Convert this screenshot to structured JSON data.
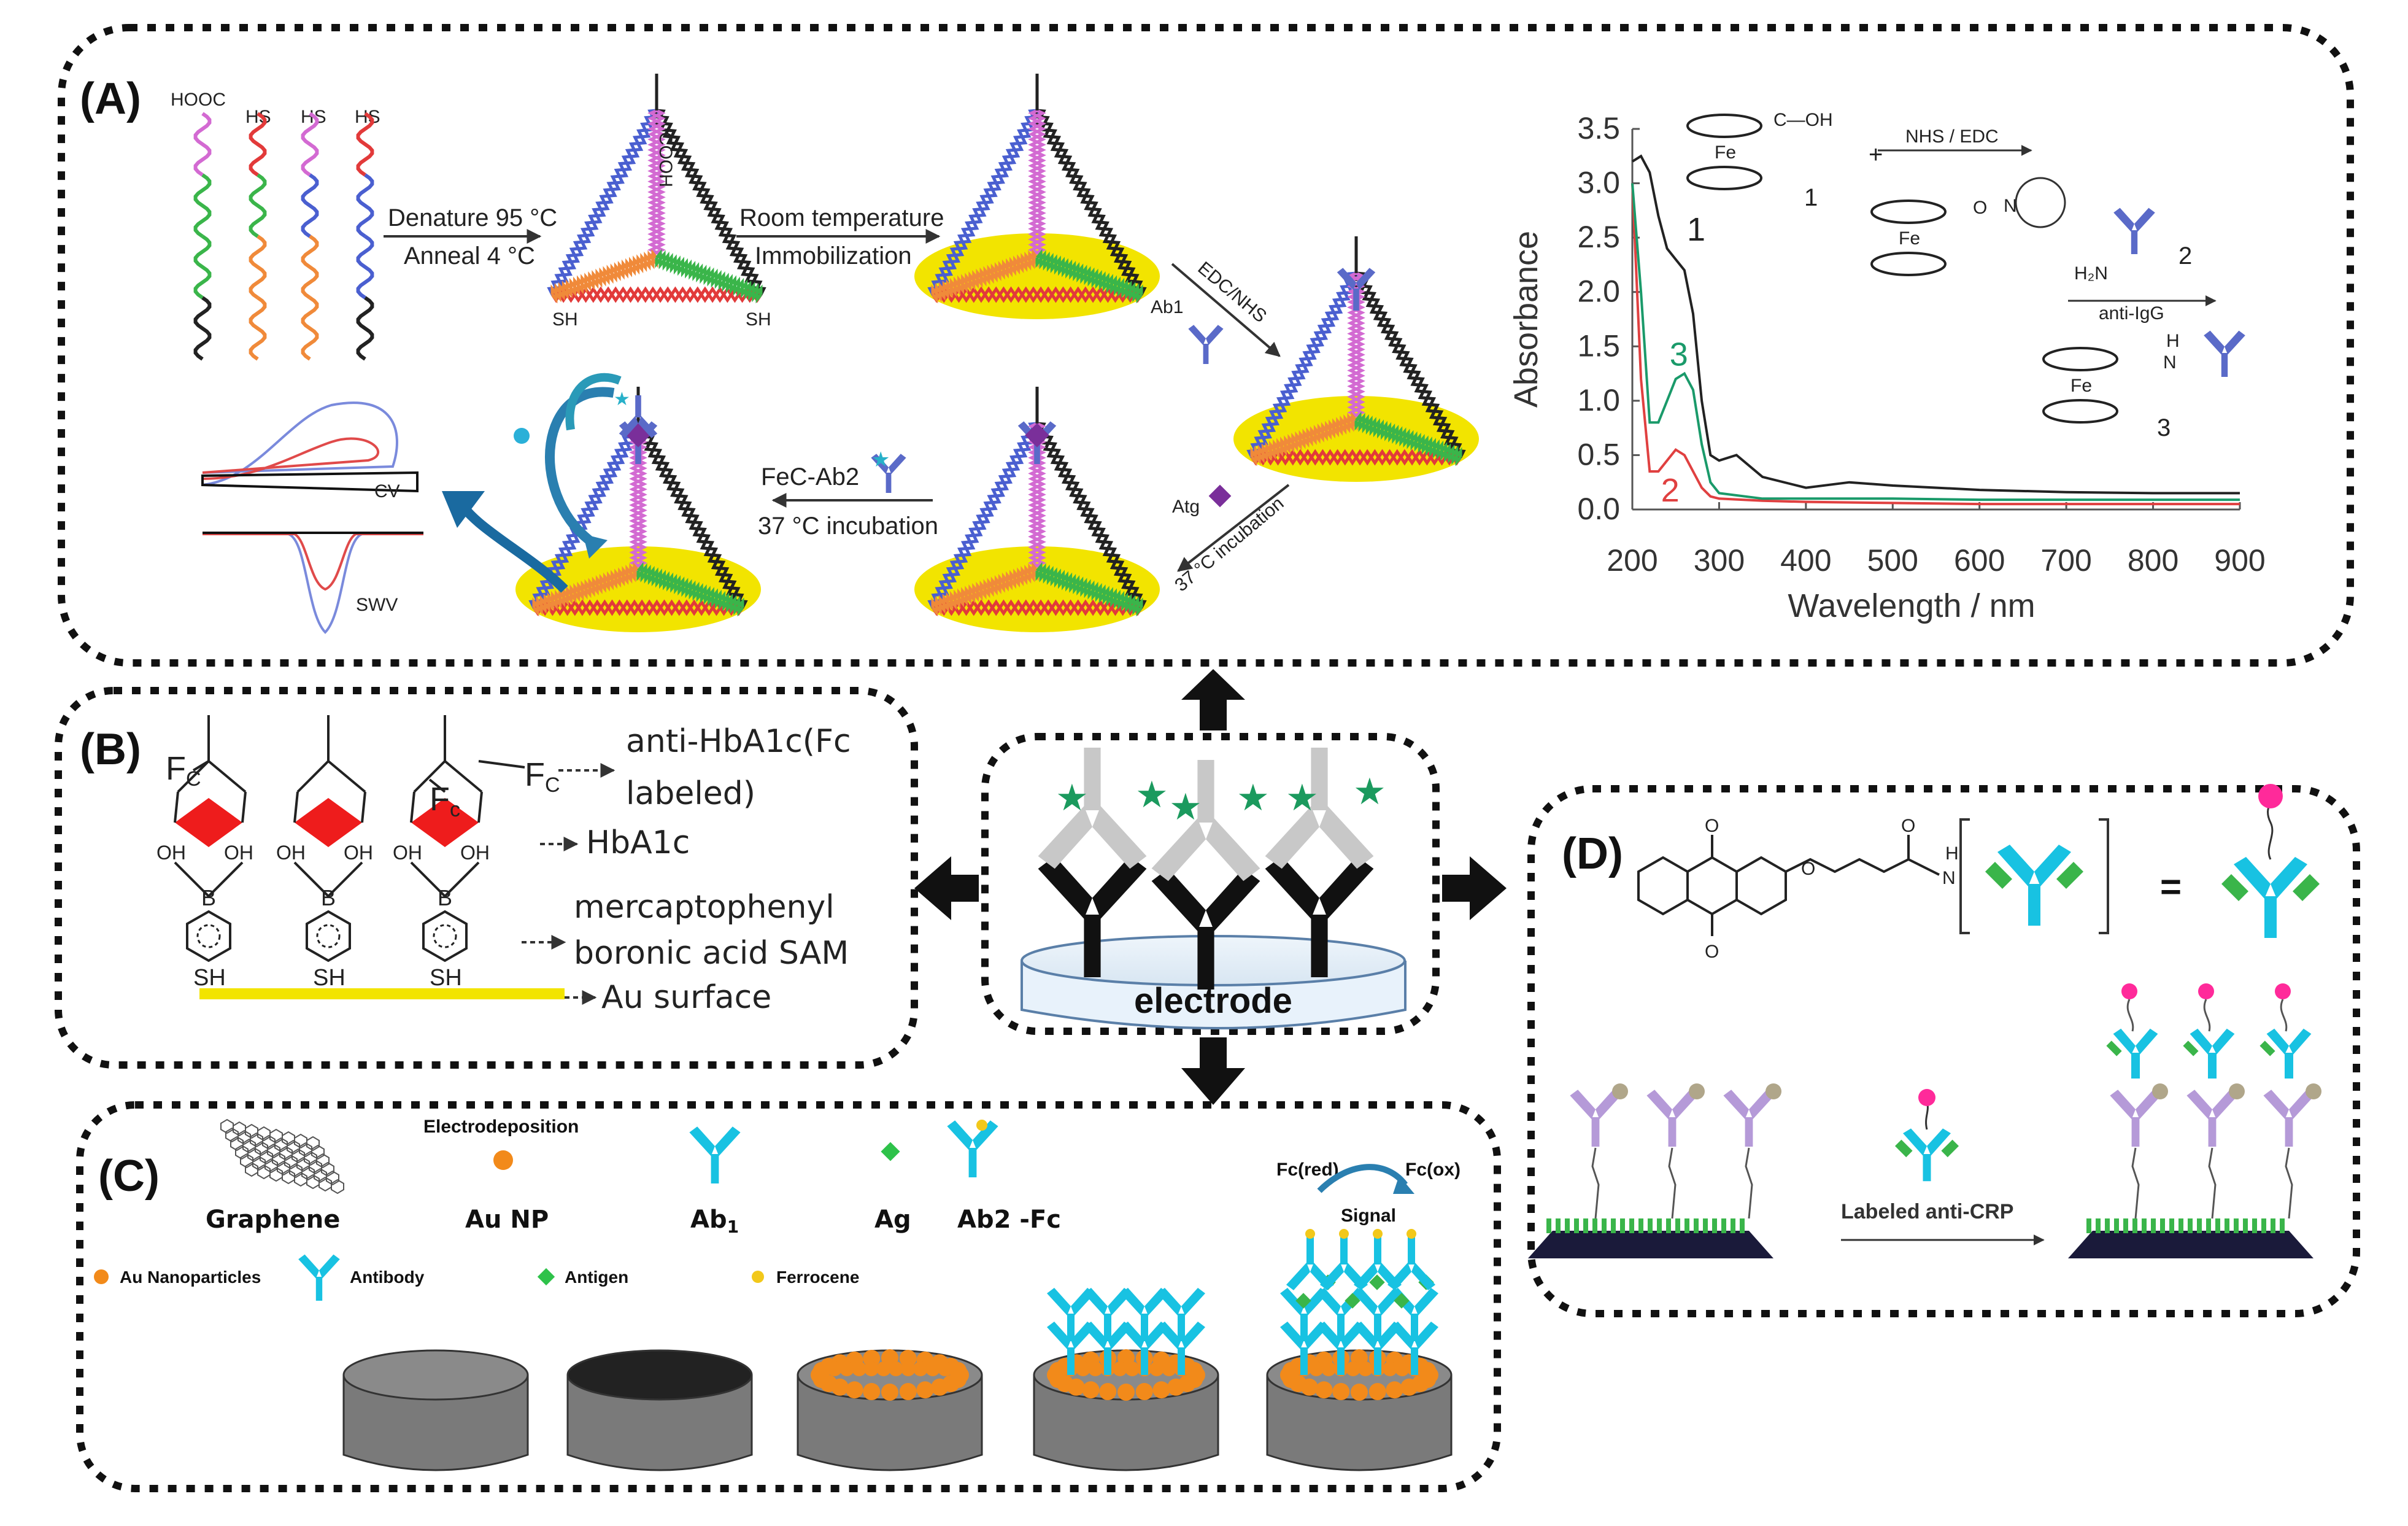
{
  "colors": {
    "gold": "#f2e400",
    "blue_strand": "#4a5fd0",
    "pink_strand": "#d36ad2",
    "green_strand": "#3ab54a",
    "red_strand": "#e23a3a",
    "orange_strand": "#f08a3a",
    "antibody": "#5a6ac8",
    "cyan_ab": "#18c2e2",
    "red_diamond": "#ee1c1c",
    "au_np": "#f28a1a",
    "star": "#1b9a5e"
  },
  "panel_a": {
    "label": "(A)",
    "strand_labels": [
      "HOOC",
      "HS",
      "HS",
      "HS"
    ],
    "step1_top": "Denature 95 °C",
    "step1_bottom": "Anneal 4 °C",
    "step2_top": "Room temperature",
    "step2_bottom": "Immobilization",
    "edc": "EDC/NHS",
    "ab1": "Ab1",
    "atg": "Atg",
    "incub1": "37 °C incubation",
    "fec_ab2": "FeC-Ab2",
    "incub2": "37 °C incubation",
    "cv": "CV",
    "swv": "SWV",
    "thiol": "SH",
    "thiol_s": "S",
    "cooh": "COOH"
  },
  "chart_a": {
    "chem_nhs": "NHS / EDC",
    "chem_anti": "anti-IgG",
    "chem_fe": "Fe",
    "chem_oh": "C—OH",
    "chem_h2n": "H₂N",
    "chem_h": "H",
    "chem_n": "N",
    "chem_o": "O",
    "num1": "1",
    "num2": "2",
    "num3": "3"
  },
  "chart_data": {
    "type": "line",
    "xlabel": "Wavelength / nm",
    "ylabel": "Absorbance",
    "xlim": [
      200,
      900
    ],
    "ylim": [
      0,
      3.5
    ],
    "xticks": [
      "200",
      "300",
      "400",
      "500",
      "600",
      "700",
      "800",
      "900"
    ],
    "yticks": [
      "0.0",
      "0.5",
      "1.0",
      "1.5",
      "2.0",
      "2.5",
      "3.0",
      "3.5"
    ],
    "series": [
      {
        "name": "1",
        "color": "#222222",
        "x": [
          200,
          210,
          220,
          230,
          240,
          250,
          260,
          270,
          280,
          290,
          300,
          320,
          350,
          400,
          450,
          500,
          600,
          700,
          800,
          900
        ],
        "y": [
          3.2,
          3.25,
          3.1,
          2.7,
          2.4,
          2.3,
          2.2,
          1.8,
          1.0,
          0.5,
          0.45,
          0.5,
          0.3,
          0.2,
          0.25,
          0.22,
          0.18,
          0.16,
          0.15,
          0.15
        ]
      },
      {
        "name": "2",
        "color": "#e04040",
        "x": [
          200,
          210,
          220,
          230,
          240,
          250,
          260,
          270,
          280,
          290,
          300,
          350,
          400,
          500,
          600,
          700,
          800,
          900
        ],
        "y": [
          3.0,
          1.2,
          0.35,
          0.35,
          0.45,
          0.55,
          0.5,
          0.35,
          0.2,
          0.12,
          0.1,
          0.08,
          0.07,
          0.06,
          0.05,
          0.05,
          0.05,
          0.05
        ]
      },
      {
        "name": "3",
        "color": "#1a9a6a",
        "x": [
          200,
          210,
          220,
          230,
          240,
          250,
          260,
          270,
          280,
          290,
          300,
          350,
          400,
          500,
          600,
          700,
          800,
          900
        ],
        "y": [
          3.0,
          2.0,
          0.8,
          0.8,
          1.0,
          1.2,
          1.25,
          1.1,
          0.6,
          0.25,
          0.15,
          0.1,
          0.1,
          0.1,
          0.09,
          0.09,
          0.09,
          0.09
        ]
      }
    ]
  },
  "panel_b": {
    "label": "(B)",
    "fc": "F",
    "fc_sub": "C",
    "fc2_sub": "c",
    "oh": "OH",
    "b": "B",
    "sh": "SH",
    "ann_anti": "anti-HbA1c(Fc",
    "ann_anti2": "labeled)",
    "ann_hba1c": "HbA1c",
    "ann_sam1": "mercaptophenyl",
    "ann_sam2": "boronic acid SAM",
    "ann_au": "Au surface"
  },
  "center": {
    "electrode": "electrode"
  },
  "panel_c": {
    "label": "(C)",
    "electrodeposition": "Electrodeposition",
    "graphene": "Graphene",
    "au_np": "Au NP",
    "ab1": "Ab",
    "ab1_sub": "1",
    "ag": "Ag",
    "ab2": "Ab",
    "ab2_rest": "2 -Fc",
    "fc_red": "Fc(red)",
    "fc_ox": "Fc(ox)",
    "signal": "Signal",
    "leg_au": "Au Nanoparticles",
    "leg_ab": "Antibody",
    "leg_ag": "Antigen",
    "leg_fc": "Ferrocene"
  },
  "panel_d": {
    "label": "(D)",
    "eq": "=",
    "h": "H",
    "n": "N",
    "o": "O",
    "labeled": "Labeled anti-CRP"
  }
}
